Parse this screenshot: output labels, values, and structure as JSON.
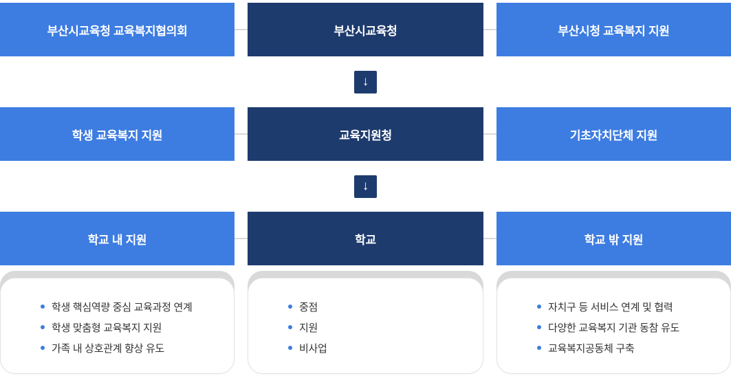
{
  "diagram": {
    "arrow_down_glyph": "↓",
    "colors": {
      "primary_blue": "#3d7de1",
      "dark_navy": "#1e3b6e",
      "connector_gray": "#d8d8d8",
      "panel_back_gray": "#d9d9d9",
      "bullet_blue": "#3d7de1"
    },
    "rows": [
      {
        "left": "부산시교육청 교육복지협의회",
        "center": "부산시교육청",
        "right": "부산시청 교육복지 지원"
      },
      {
        "left": "학생 교육복지 지원",
        "center": "교육지원청",
        "right": "기초자치단체 지원"
      },
      {
        "left": "학교 내 지원",
        "center": "학교",
        "right": "학교 밖 지원"
      }
    ],
    "panels": {
      "left": {
        "items": [
          "학생 핵심역량 중심 교육과정 연계",
          "학생 맞춤형 교육복지 지원",
          "가족 내 상호관계 향상 유도"
        ]
      },
      "center": {
        "items": [
          "중점",
          "지원",
          "비사업"
        ]
      },
      "right": {
        "items": [
          "자치구 등 서비스 연계 및 협력",
          "다양한 교육복지 기관 동참 유도",
          "교육복지공동체 구축"
        ]
      }
    }
  }
}
